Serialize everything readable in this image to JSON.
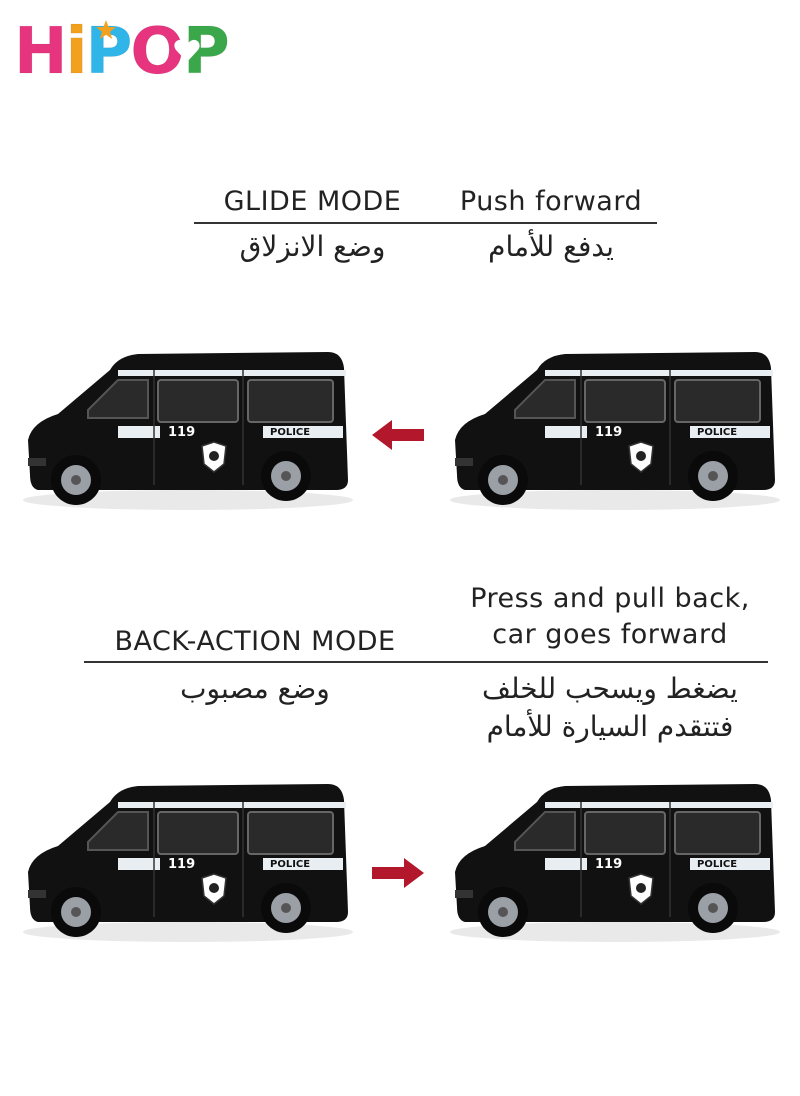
{
  "brand": {
    "logo_text": "HiPOP",
    "letters": [
      "H",
      "i",
      "P",
      "O",
      "P"
    ],
    "colors": [
      "#e6357e",
      "#f2a11e",
      "#2fb5e8",
      "#e6357e",
      "#3aa84a"
    ]
  },
  "glide": {
    "mode_en": "GLIDE MODE",
    "mode_ar": "وضع الانزلاق",
    "action_en": "Push forward",
    "action_ar": "يدفع للأمام"
  },
  "back_action": {
    "mode_en": "BACK-ACTION MODE",
    "mode_ar": "وضع مصبوب",
    "action_en_line1": "Press and pull back,",
    "action_en_line2": "car goes forward",
    "action_ar_line1": "يضغط ويسحب للخلف",
    "action_ar_line2": "فتتقدم السيارة للأمام"
  },
  "van": {
    "number": "119",
    "side_text": "POLICE",
    "body_color": "#111111",
    "stripe_color": "#e8eef2"
  },
  "arrow_color": "#b3172b",
  "arrows": [
    {
      "direction": "left"
    },
    {
      "direction": "right"
    }
  ]
}
